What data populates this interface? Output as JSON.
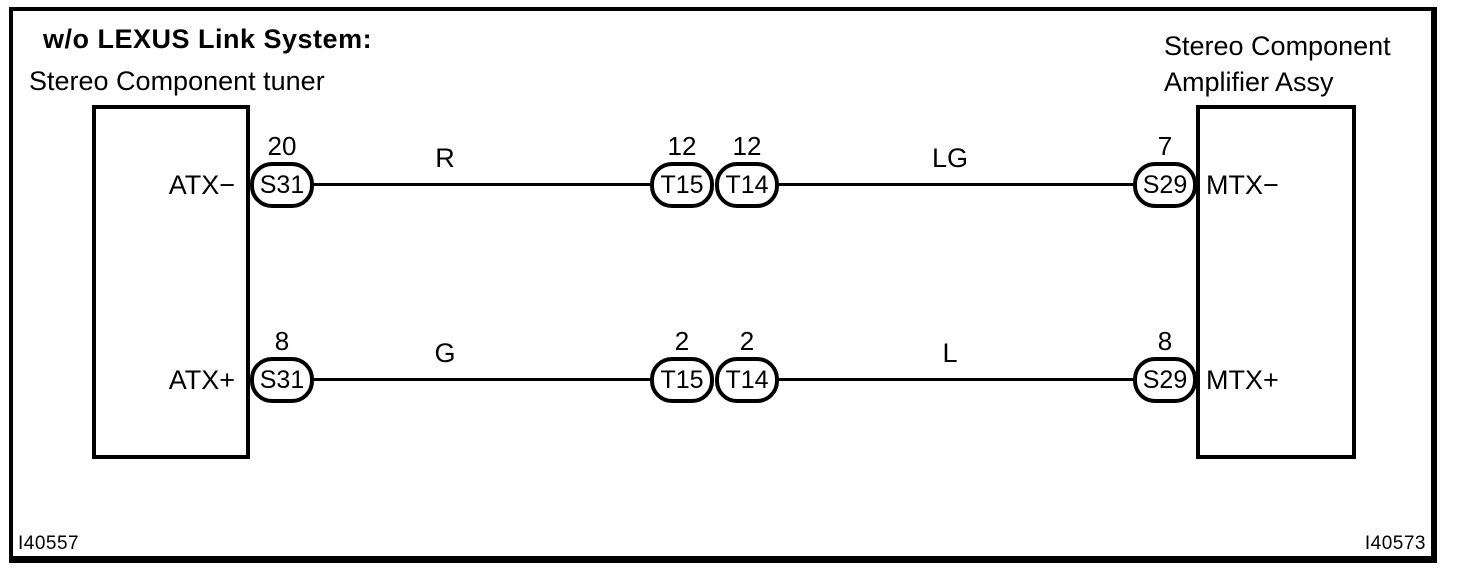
{
  "header": {
    "title": "w/o LEXUS Link System:",
    "left_component_name": "Stereo Component tuner",
    "right_component_name_line1": "Stereo Component",
    "right_component_name_line2": "Amplifier Assy"
  },
  "rows": [
    {
      "left_terminal": "ATX−",
      "left_pin": "20",
      "left_connector": "S31",
      "wire1_color_code": "R",
      "mid_pin1": "12",
      "mid_connector1": "T15",
      "mid_pin2": "12",
      "mid_connector2": "T14",
      "wire2_color_code": "LG",
      "right_pin": "7",
      "right_connector": "S29",
      "right_terminal": "MTX−"
    },
    {
      "left_terminal": "ATX+",
      "left_pin": "8",
      "left_connector": "S31",
      "wire1_color_code": "G",
      "mid_pin1": "2",
      "mid_connector1": "T15",
      "mid_pin2": "2",
      "mid_connector2": "T14",
      "wire2_color_code": "L",
      "right_pin": "8",
      "right_connector": "S29",
      "right_terminal": "MTX+"
    }
  ],
  "footer": {
    "left_figure_code": "I40557",
    "right_figure_code": "I40573"
  },
  "colors": {
    "line": "#000000",
    "background": "#ffffff"
  }
}
